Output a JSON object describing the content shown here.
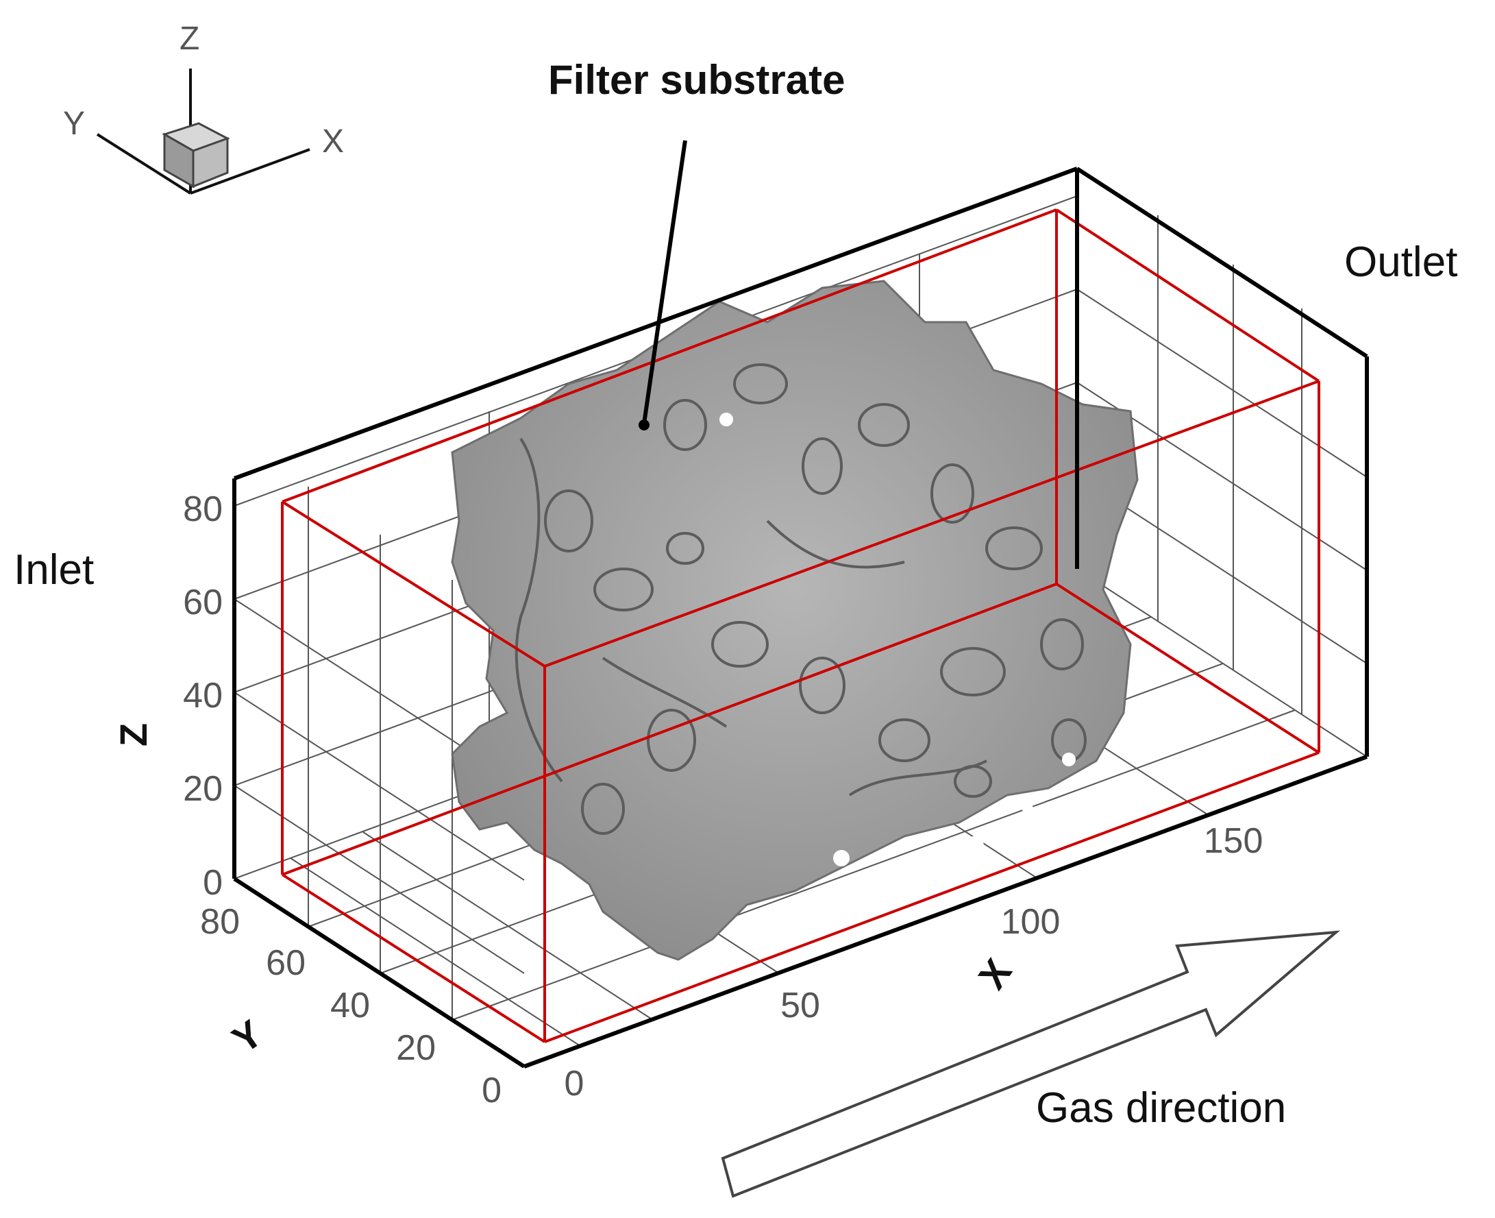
{
  "labels": {
    "substrate": "Filter substrate",
    "inlet": "Inlet",
    "outlet": "Outlet",
    "gas": "Gas direction"
  },
  "triad": {
    "z": "Z",
    "y": "Y",
    "x": "X"
  },
  "axes": {
    "z": {
      "name": "Z",
      "ticks": [
        "0",
        "20",
        "40",
        "60",
        "80"
      ]
    },
    "y": {
      "name": "Y",
      "ticks": [
        "0",
        "20",
        "40",
        "60",
        "80"
      ]
    },
    "x": {
      "name": "X",
      "ticks": [
        "0",
        "50",
        "100",
        "150"
      ]
    }
  },
  "colors": {
    "frame": "#000000",
    "grid": "#555555",
    "domain_box": "#cc0000",
    "substrate": "#8a8a8a",
    "substrate_light": "#b4b4b4"
  },
  "icons": [
    "axis-triad-icon",
    "gas-direction-arrow-icon"
  ]
}
